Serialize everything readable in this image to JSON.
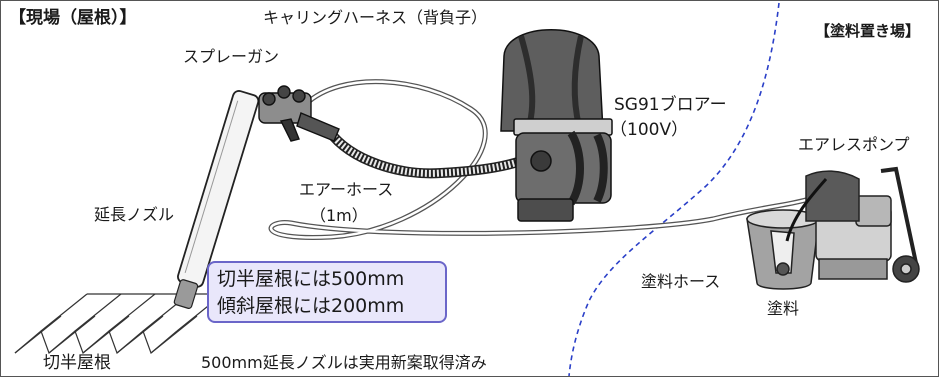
{
  "zones": {
    "site": "【現場（屋根）】",
    "paint_area": "【塗料置き場】"
  },
  "labels": {
    "harness": "キャリングハーネス（背負子）",
    "spray_gun": "スプレーガン",
    "blower_model": "SG91ブロアー",
    "blower_voltage": "（100V）",
    "airless_pump": "エアレスポンプ",
    "extension_nozzle": "延長ノズル",
    "air_hose": "エアーホース",
    "air_hose_length": "（1m）",
    "paint_hose": "塗料ホース",
    "paint": "塗料",
    "gable_roof": "切半屋根",
    "patent_note": "500mm延長ノズルは実用新案取得済み"
  },
  "note_box": {
    "line1": "切半屋根には500mm",
    "line2": "傾斜屋根には200mm"
  },
  "colors": {
    "divider": "#2a3fc8",
    "note_fill": "#e9e7fb",
    "note_border": "#6b66c9"
  }
}
